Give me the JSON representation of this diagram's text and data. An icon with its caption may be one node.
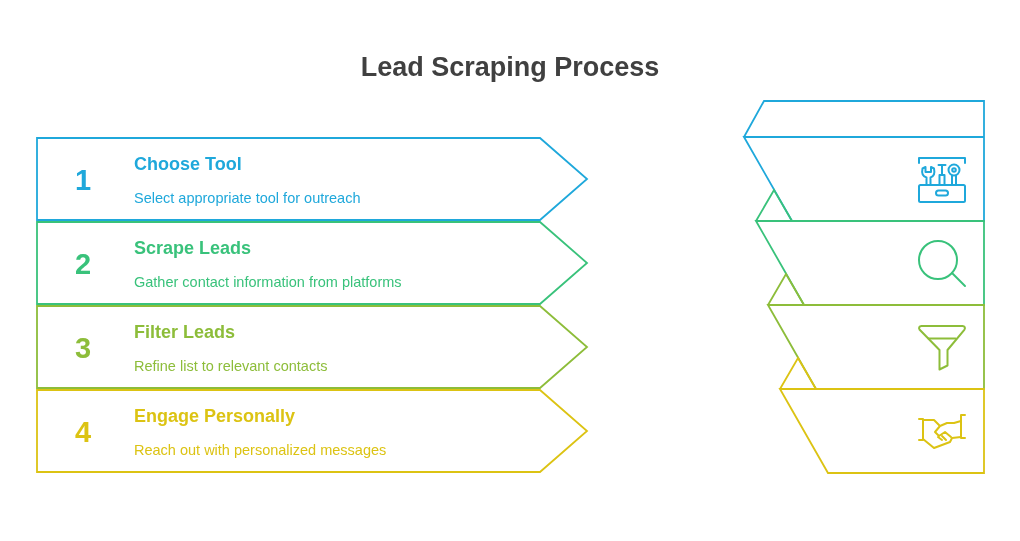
{
  "diagram": {
    "title": "Lead Scraping Process",
    "nodes": [
      {
        "text": [
          "1",
          "Choose Tool",
          "Select appropriate tool for outreach"
        ]
      },
      {
        "text": [
          "2",
          "Scrape Leads",
          "Gather contact information from platforms"
        ]
      },
      {
        "text": [
          "3",
          "Filter Leads",
          "Refine list to relevant contacts"
        ]
      },
      {
        "text": [
          "4",
          "Engage Personally",
          "Reach out with personalized messages"
        ]
      }
    ]
  }
}
